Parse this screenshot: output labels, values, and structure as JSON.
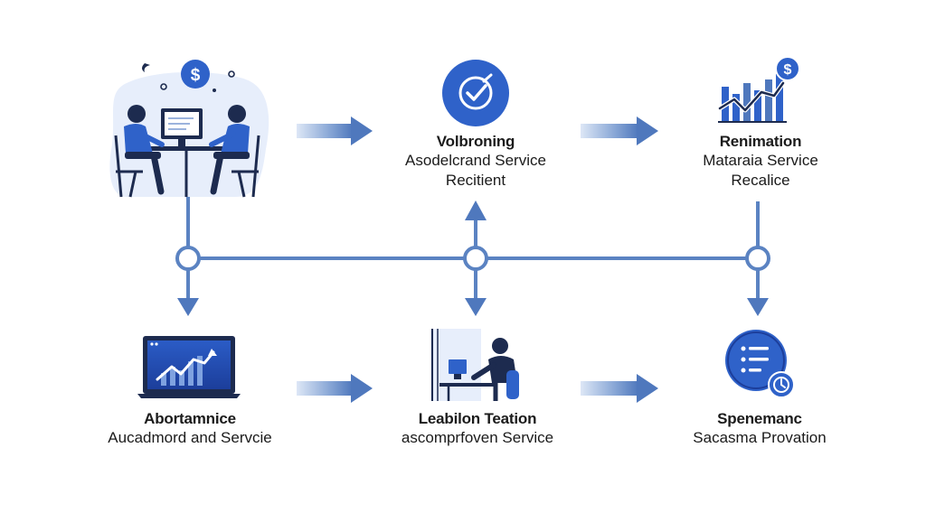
{
  "colors": {
    "primary": "#2f62c9",
    "line": "#5b83c2",
    "arrow": "#4f78bd",
    "arrow_fade": "#dbe6f6",
    "light_bg": "#e7eefb",
    "dark_navy": "#1d2b4f",
    "text": "#1b1b1b"
  },
  "nodes": [
    {
      "id": "top-left",
      "icon": "meeting-people-icon",
      "title": "",
      "subtitle": []
    },
    {
      "id": "top-middle",
      "icon": "check-badge-icon",
      "title": "Volbroning",
      "subtitle": [
        "Asodelcrand Service",
        "Recitient"
      ]
    },
    {
      "id": "top-right",
      "icon": "growth-chart-dollar-icon",
      "title": "Renimation",
      "subtitle": [
        "Mataraia Service",
        "Recalice"
      ]
    },
    {
      "id": "bottom-left",
      "icon": "laptop-chart-icon",
      "title": "Abortamnice",
      "subtitle": [
        "Aucadmord and Servcie"
      ]
    },
    {
      "id": "bottom-middle",
      "icon": "person-at-computer-icon",
      "title": "Leabilon Teation",
      "subtitle": [
        "ascomprfoven Service"
      ]
    },
    {
      "id": "bottom-right",
      "icon": "checklist-clock-icon",
      "title": "Spenemanc",
      "subtitle": [
        "Sacasma Provation"
      ]
    }
  ]
}
